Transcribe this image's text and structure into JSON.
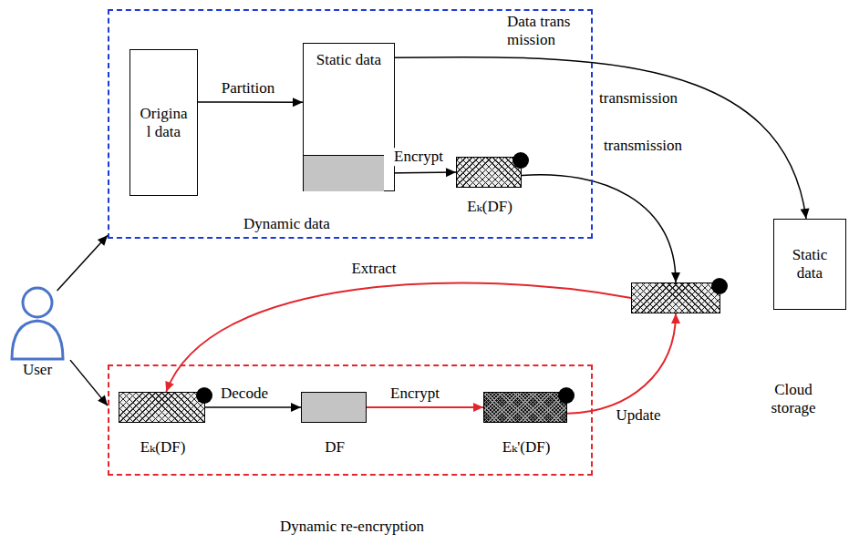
{
  "diagram": {
    "nodes": [
      {
        "text": [
          "User"
        ]
      },
      {
        "text": [
          "Data trans mission"
        ]
      },
      {
        "text": [
          "Origina l data"
        ],
        "in": 1
      },
      {
        "text": [
          "Static data"
        ],
        "in": 1
      },
      {
        "text": [
          "Dynamic data"
        ],
        "in": 3
      },
      {
        "text": [
          "Eₖ(DF)"
        ],
        "in": 1
      },
      {
        "text": [
          "Cloud storage"
        ]
      },
      {
        "text": [
          "Static data"
        ],
        "in": 6
      },
      {
        "text": [],
        "in": 6
      },
      {
        "text": [
          "Dynamic re-encryption"
        ]
      },
      {
        "text": [
          "Eₖ(DF)"
        ],
        "in": 9
      },
      {
        "text": [
          "DF"
        ],
        "in": 9
      },
      {
        "text": [
          "Eₖ'(DF)"
        ],
        "in": 9
      }
    ],
    "edges": [
      {
        "from": 0,
        "to": 1,
        "arrow": "to"
      },
      {
        "from": 0,
        "to": 9,
        "arrow": "to"
      },
      {
        "from": 2,
        "to": 3,
        "label": "Partition",
        "arrow": "to"
      },
      {
        "from": 4,
        "to": 5,
        "label": "Encrypt",
        "arrow": "to"
      },
      {
        "from": 3,
        "to": 7,
        "label": "transmission",
        "arrow": "to"
      },
      {
        "from": 5,
        "to": 8,
        "label": "transmission",
        "arrow": "to"
      },
      {
        "from": 8,
        "to": 10,
        "label": "Extract",
        "arrow": "to"
      },
      {
        "from": 10,
        "to": 11,
        "label": "Decode",
        "arrow": "to"
      },
      {
        "from": 11,
        "to": 12,
        "label": "Encrypt",
        "arrow": "to"
      },
      {
        "from": 12,
        "to": 8,
        "label": "Update",
        "arrow": "to"
      }
    ]
  }
}
